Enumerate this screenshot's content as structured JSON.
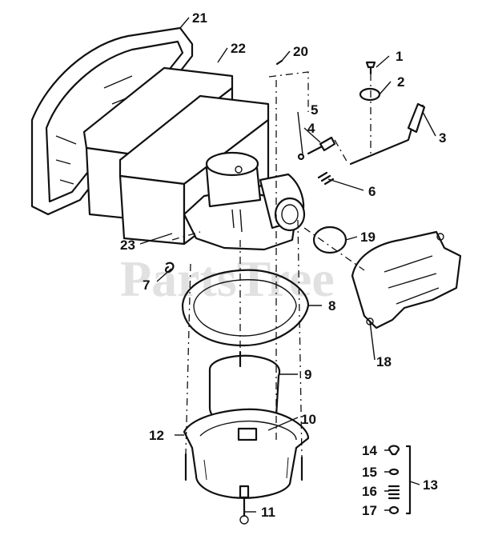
{
  "watermark": "PartsTree",
  "callouts": [
    {
      "id": "c1",
      "text": "1"
    },
    {
      "id": "c2",
      "text": "2"
    },
    {
      "id": "c3",
      "text": "3"
    },
    {
      "id": "c4",
      "text": "4"
    },
    {
      "id": "c5",
      "text": "5"
    },
    {
      "id": "c6",
      "text": "6"
    },
    {
      "id": "c7",
      "text": "7"
    },
    {
      "id": "c8",
      "text": "8"
    },
    {
      "id": "c9",
      "text": "9"
    },
    {
      "id": "c10",
      "text": "10"
    },
    {
      "id": "c11",
      "text": "11"
    },
    {
      "id": "c12",
      "text": "12"
    },
    {
      "id": "c13",
      "text": "13"
    },
    {
      "id": "c14",
      "text": "14"
    },
    {
      "id": "c15",
      "text": "15"
    },
    {
      "id": "c16",
      "text": "16"
    },
    {
      "id": "c17",
      "text": "17"
    },
    {
      "id": "c18",
      "text": "18"
    },
    {
      "id": "c19",
      "text": "19"
    },
    {
      "id": "c20",
      "text": "20"
    },
    {
      "id": "c21",
      "text": "21"
    },
    {
      "id": "c22",
      "text": "22"
    },
    {
      "id": "c23",
      "text": "23"
    }
  ]
}
